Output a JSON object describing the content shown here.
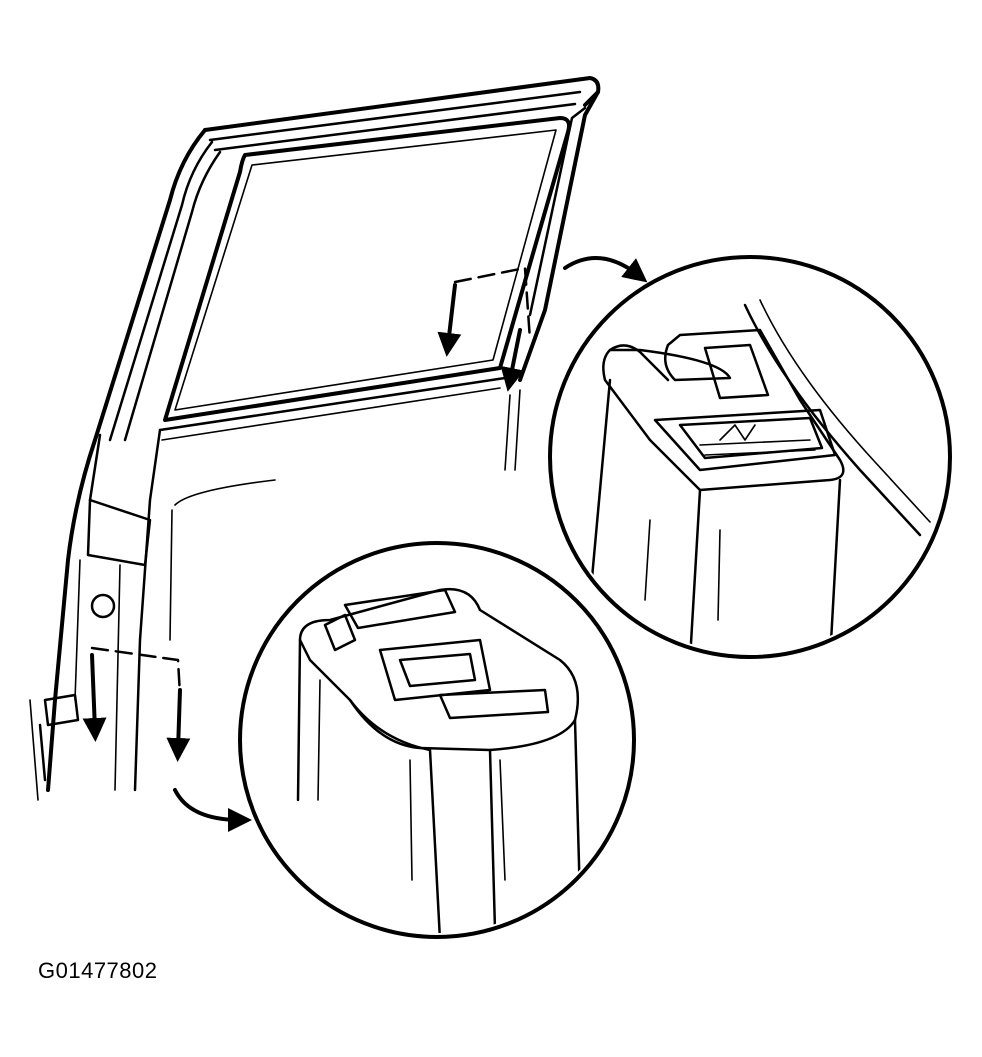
{
  "figure_id": "G01477802",
  "colors": {
    "ink": "#000000",
    "paper": "#ffffff",
    "stipple": "#bdbdbd"
  },
  "parts": [
    {
      "name": "door-window-frame"
    },
    {
      "name": "window-glass-opening"
    },
    {
      "name": "weatherstrip-clip-upper-detail"
    },
    {
      "name": "weatherstrip-clip-lower-detail"
    }
  ]
}
